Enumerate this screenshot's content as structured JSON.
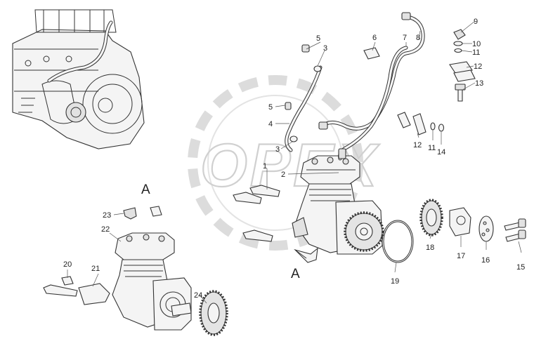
{
  "diagram": {
    "watermark": "OPEX",
    "view_labels": {
      "view_a_top": "A",
      "view_a_arrow": "A"
    },
    "callouts": {
      "c1": "1",
      "c2": "2",
      "c3a": "3",
      "c3b": "3",
      "c4": "4",
      "c5a": "5",
      "c5b": "5",
      "c6": "6",
      "c7": "7",
      "c8": "8",
      "c9": "9",
      "c10": "10",
      "c11a": "11",
      "c11b": "11",
      "c12a": "12",
      "c12b": "12",
      "c13": "13",
      "c14": "14",
      "c15": "15",
      "c16": "16",
      "c17": "17",
      "c18": "18",
      "c19": "19",
      "c20": "20",
      "c21": "21",
      "c22": "22",
      "c23": "23",
      "c24": "24"
    }
  }
}
